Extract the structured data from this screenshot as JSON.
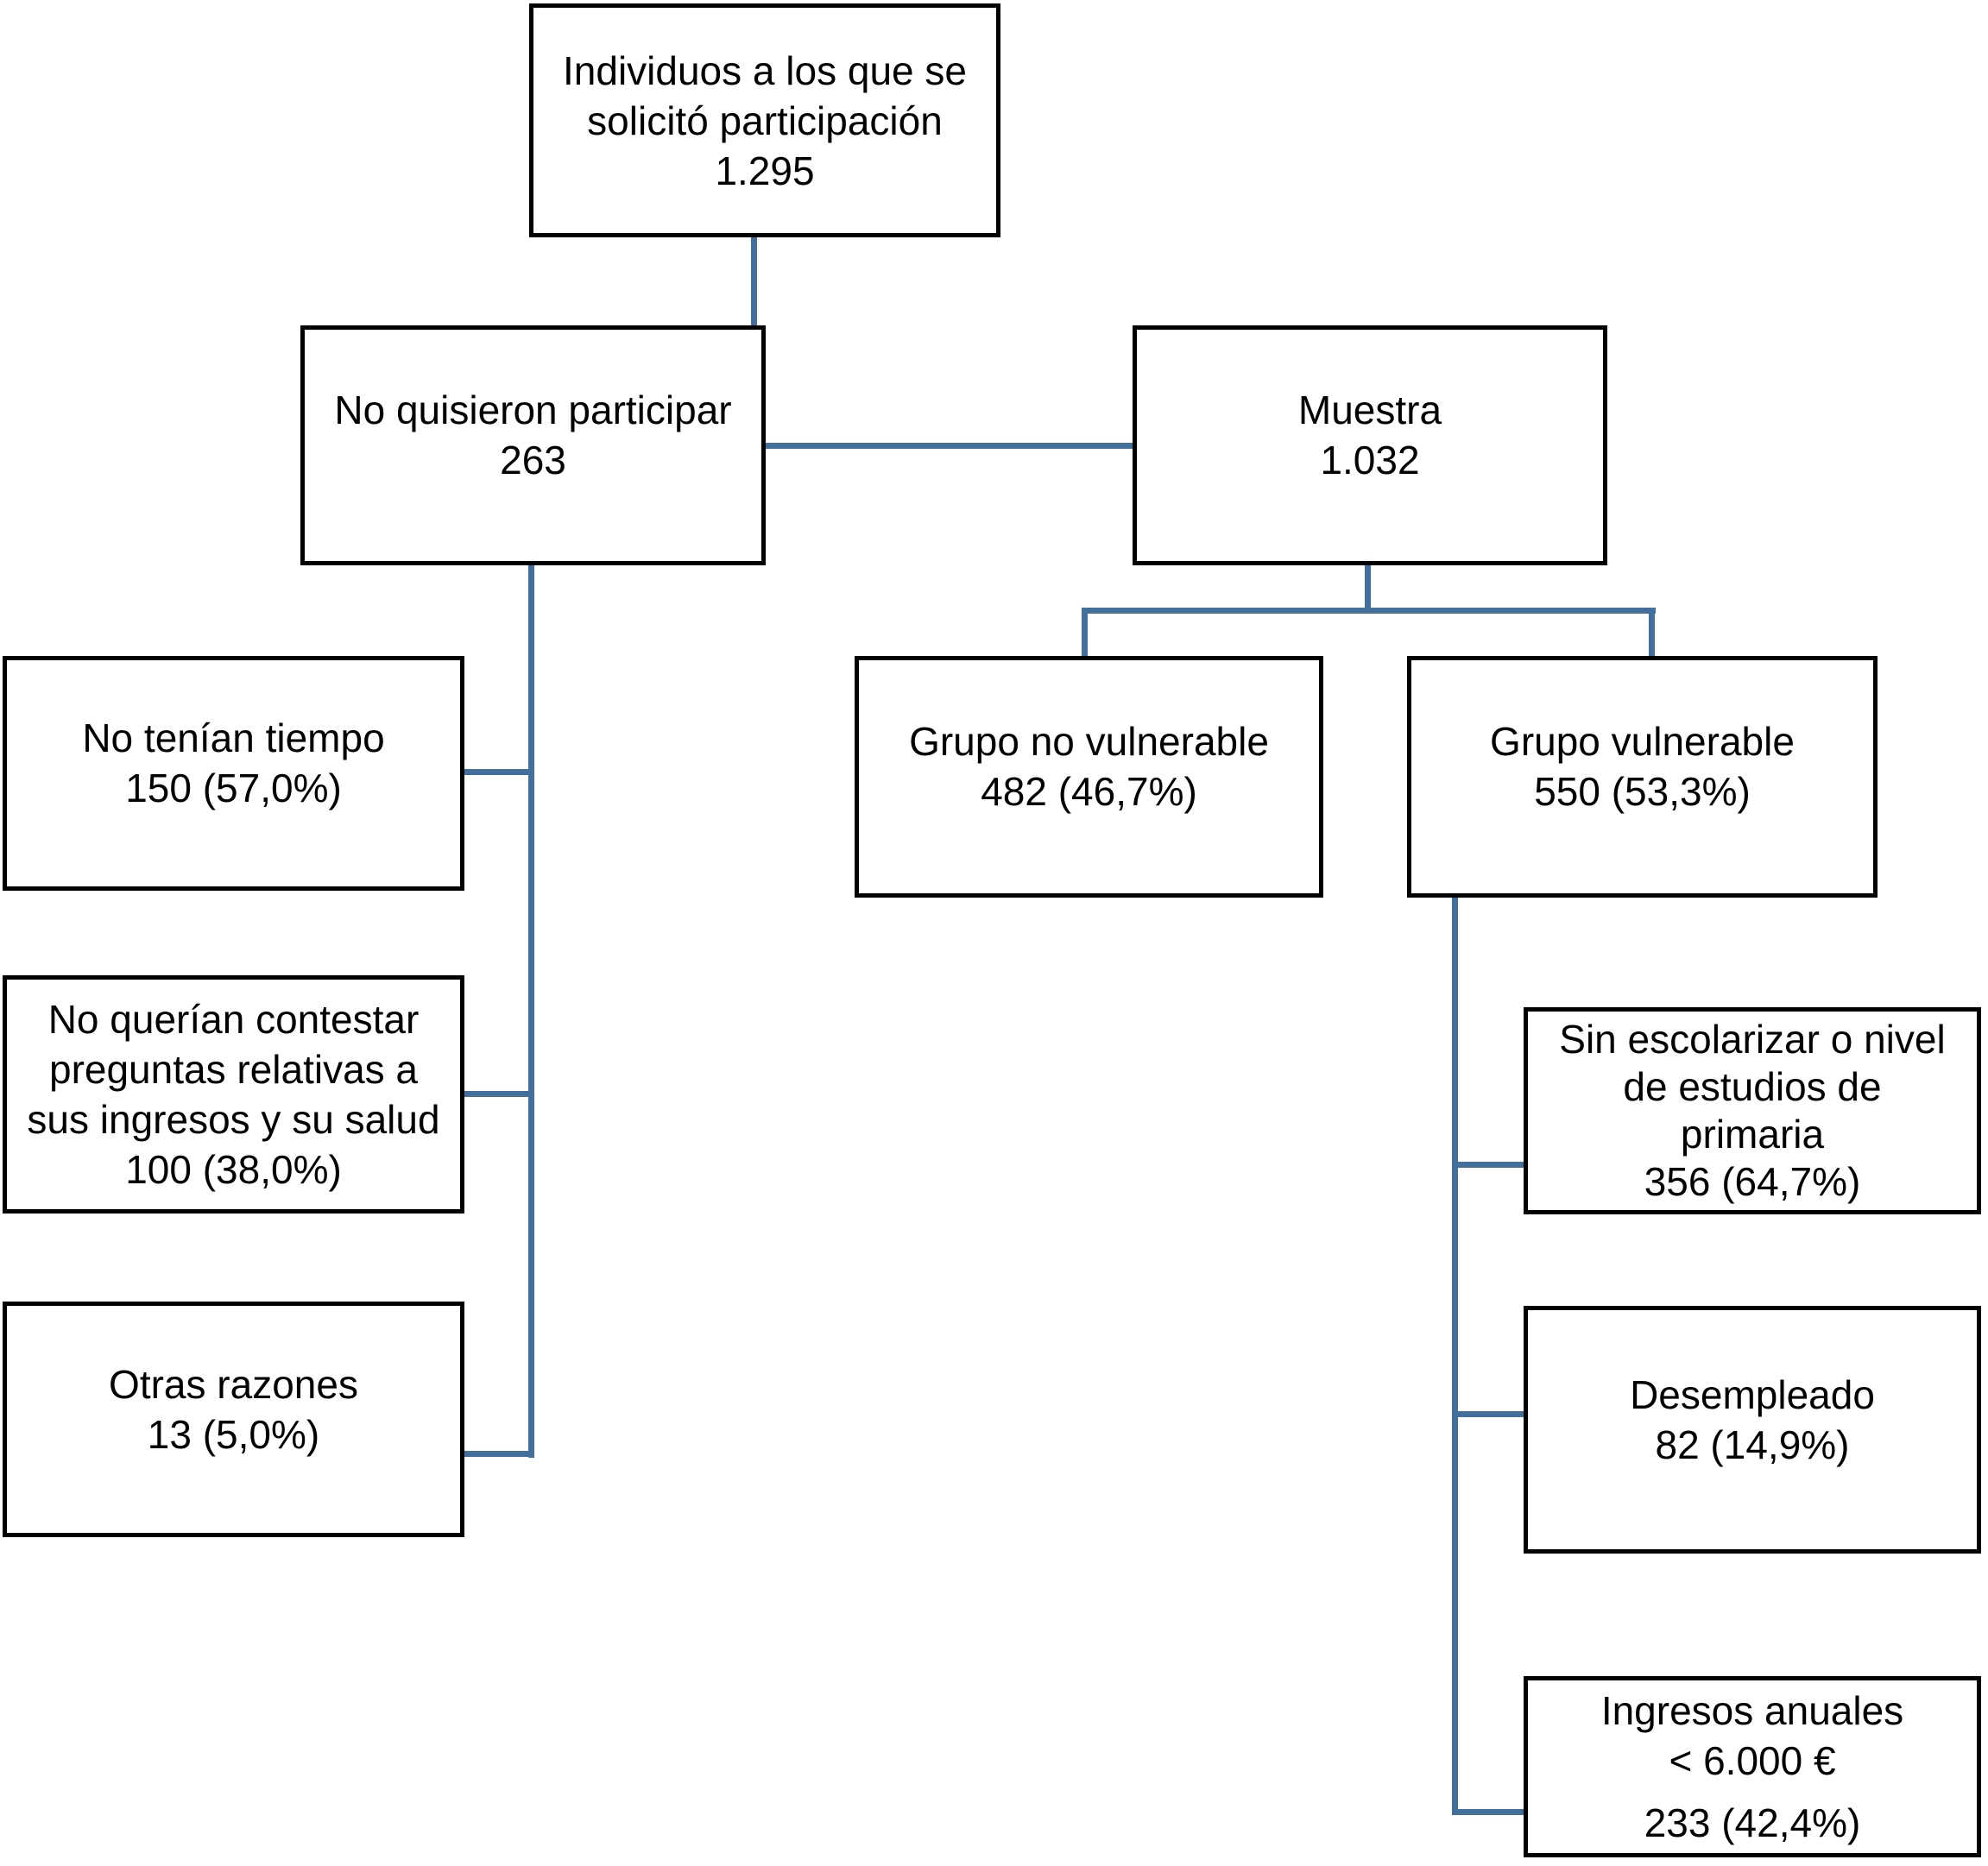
{
  "figure": {
    "type": "participant-flow-diagram",
    "language": "es"
  },
  "colors": {
    "connector_blue": "#426F9C",
    "box_border": "#000000",
    "text": "#000000",
    "background": "#FFFFFF"
  },
  "boxes": {
    "solicitados": {
      "lines": [
        "Individuos a los que se",
        "solicitó participación",
        "1.295"
      ]
    },
    "no_participar": {
      "lines": [
        "No quisieron participar",
        "263"
      ]
    },
    "muestra": {
      "lines": [
        "Muestra",
        "1.032"
      ]
    },
    "no_tiempo": {
      "lines": [
        "No tenían tiempo",
        "150 (57,0%)"
      ]
    },
    "no_contestar": {
      "lines": [
        "No querían contestar",
        "preguntas relativas a",
        "sus ingresos y su salud",
        "100 (38,0%)"
      ]
    },
    "otras_razones": {
      "lines": [
        "Otras razones",
        "13 (5,0%)"
      ]
    },
    "grupo_no_vulnerable": {
      "lines": [
        "Grupo no vulnerable",
        "482 (46,7%)"
      ]
    },
    "grupo_vulnerable": {
      "lines": [
        "Grupo vulnerable",
        "550 (53,3%)"
      ]
    },
    "sin_escolarizar": {
      "lines": [
        "Sin escolarizar o nivel",
        "de estudios de",
        "primaria",
        "356 (64,7%)"
      ]
    },
    "desempleado": {
      "lines": [
        "Desempleado",
        "82 (14,9%)"
      ]
    },
    "ingresos": {
      "lines": [
        "Ingresos anuales",
        "< 6.000 €",
        "233 (42,4%)"
      ]
    }
  }
}
